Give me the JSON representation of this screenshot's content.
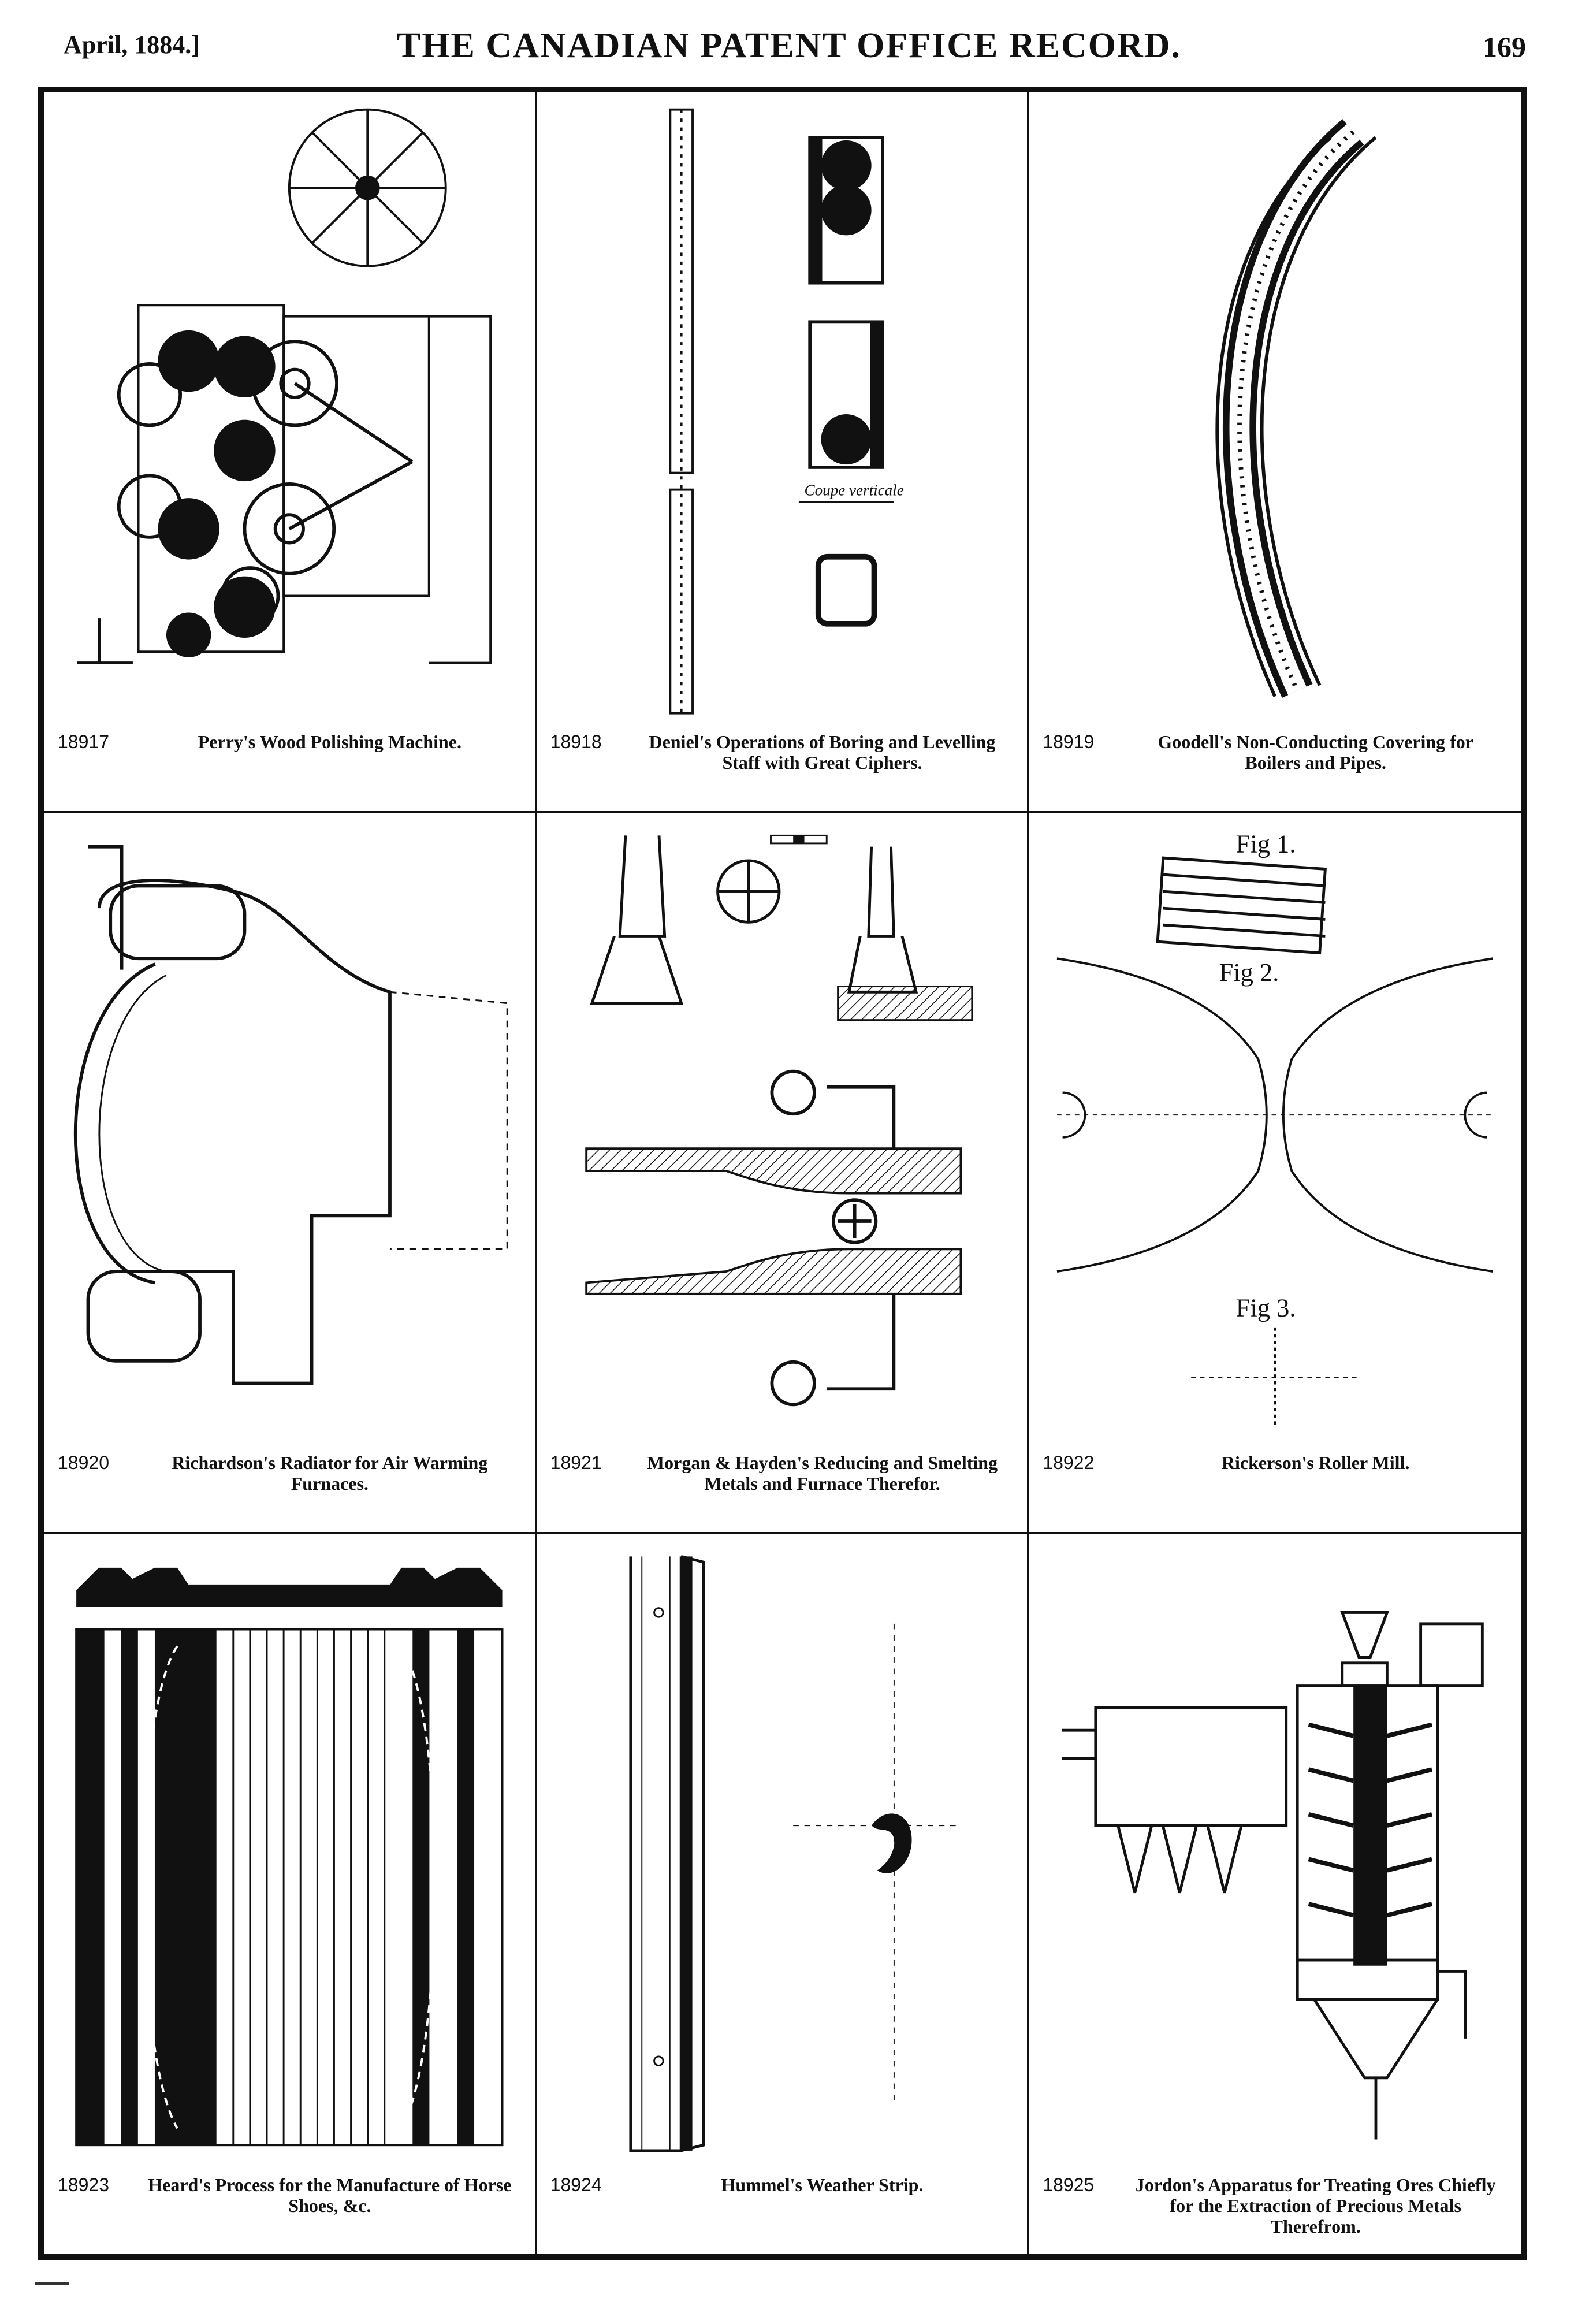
{
  "header": {
    "date": "April, 1884.]",
    "title": "THE CANADIAN PATENT OFFICE RECORD.",
    "page": "169"
  },
  "patents": [
    {
      "number": "18917",
      "caption": "Perry's Wood Polishing Machine."
    },
    {
      "number": "18918",
      "caption": "Deniel's Operations of Boring and Levelling Staff with Great Ciphers.",
      "label": "Coupe verticale"
    },
    {
      "number": "18919",
      "caption": "Goodell's Non-Conducting Covering for Boilers and Pipes."
    },
    {
      "number": "18920",
      "caption": "Richardson's Radiator for Air Warming Furnaces."
    },
    {
      "number": "18921",
      "caption": "Morgan & Hayden's Reducing and Smelting Metals and Furnace Therefor."
    },
    {
      "number": "18922",
      "caption": "Rickerson's Roller Mill.",
      "fig_labels": [
        "Fig 1.",
        "Fig 2.",
        "Fig 3."
      ]
    },
    {
      "number": "18923",
      "caption": "Heard's Process for the Manufacture of Horse Shoes, &c."
    },
    {
      "number": "18924",
      "caption": "Hummel's Weather Strip."
    },
    {
      "number": "18925",
      "caption": "Jordon's Apparatus for Treating Ores Chiefly for the Extraction of Precious Metals Therefrom."
    }
  ]
}
